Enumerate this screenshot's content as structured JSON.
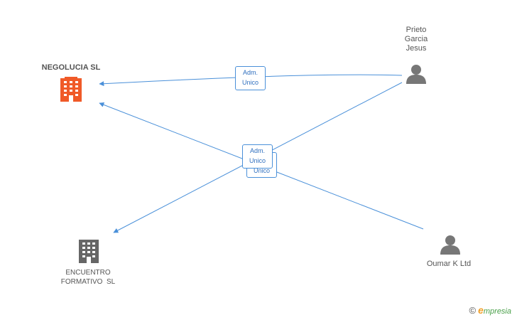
{
  "colors": {
    "edge": "#4a90d9",
    "company_main": "#f05a28",
    "company_other": "#666666",
    "person": "#777777"
  },
  "nodes": {
    "negolucia": {
      "name": "NEGOLUCIA SL",
      "icon": "building-icon"
    },
    "encuentro": {
      "name_line1": "ENCUENTRO",
      "name_line2": "FORMATIVO  SL",
      "icon": "building-icon"
    },
    "prieto": {
      "name_line1": "Prieto",
      "name_line2": "Garcia",
      "name_line3": "Jesus",
      "icon": "person-icon"
    },
    "oumar": {
      "name": "Oumar K Ltd",
      "icon": "person-icon"
    }
  },
  "edges": [
    {
      "from": "prieto",
      "to": "negolucia",
      "role_line1": "Adm.",
      "role_line2": "Unico"
    },
    {
      "from": "prieto",
      "to": "encuentro",
      "role_line1": "Adm.",
      "role_line2": "Unico"
    },
    {
      "from": "oumar",
      "to": "negolucia",
      "role_line1": "",
      "role_line2": "Unico"
    }
  ],
  "brand": {
    "copyright": "©",
    "e": "e",
    "rest": "mpresia"
  }
}
